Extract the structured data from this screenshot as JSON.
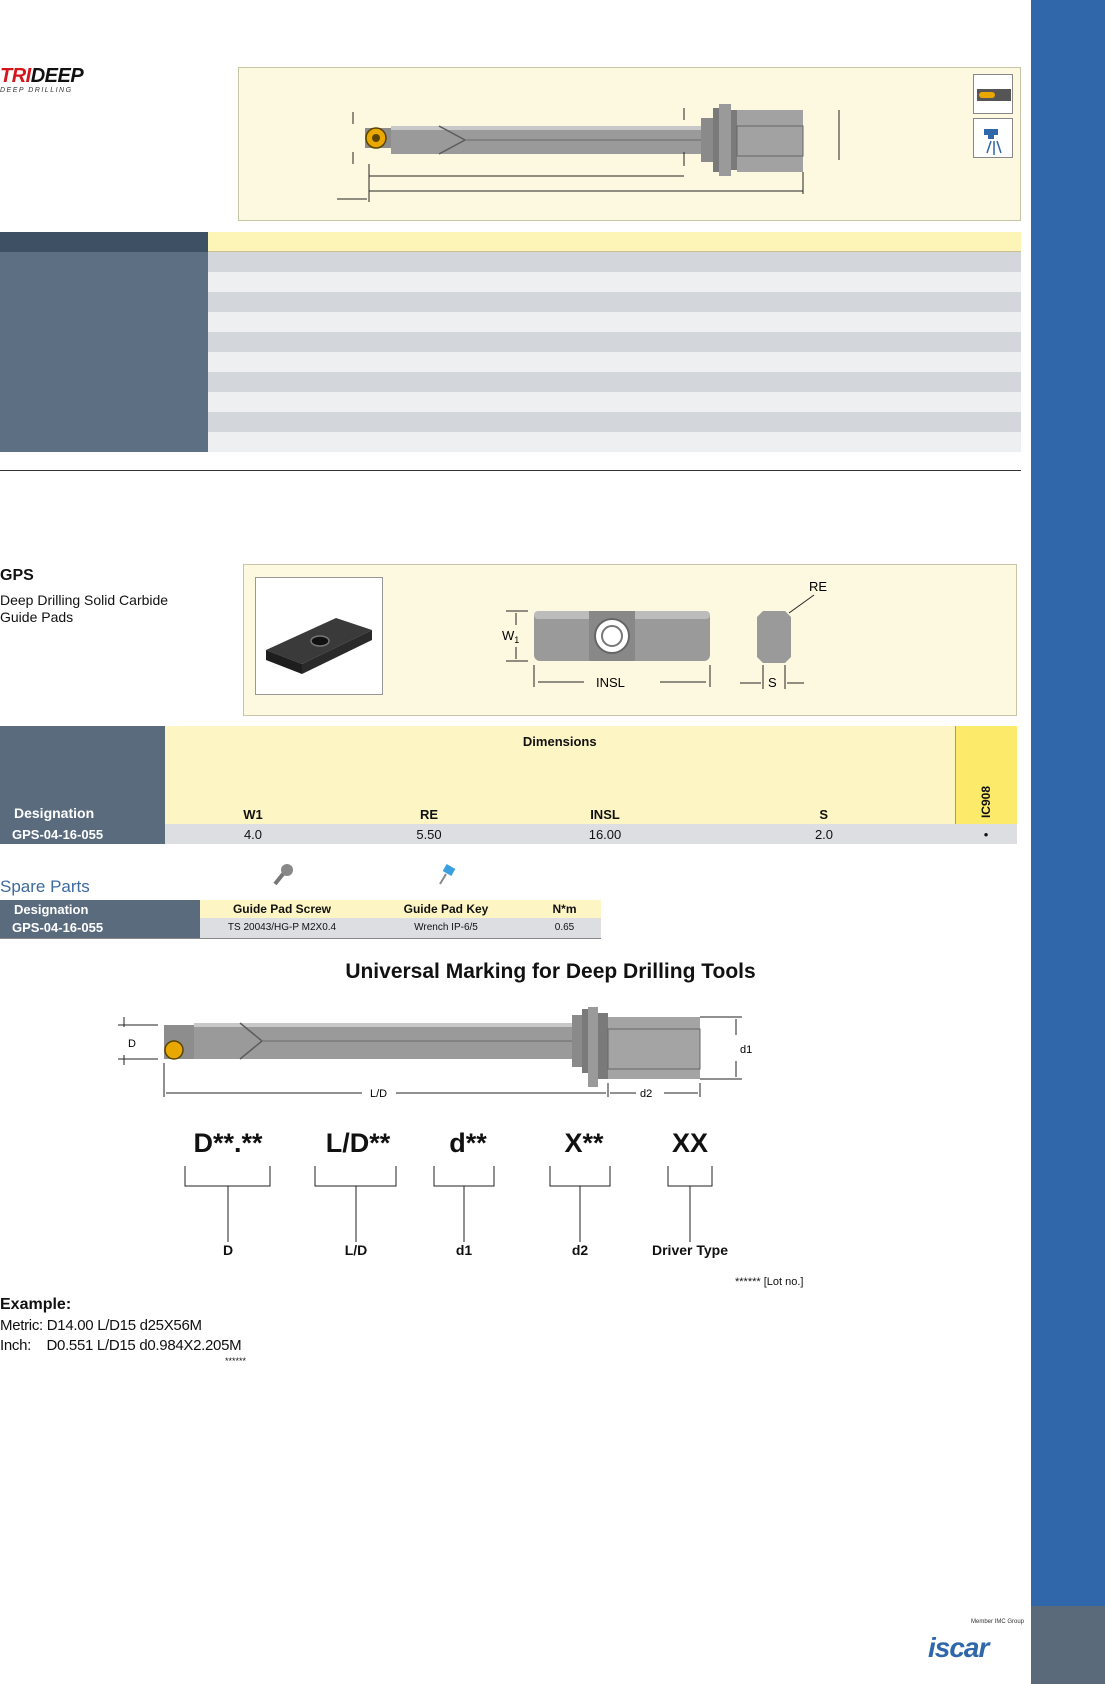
{
  "brand": {
    "part1": "TRI",
    "part2": "DEEP",
    "tagline": "DEEP DRILLING"
  },
  "side_icons": [
    "internal-coolant-icon",
    "coolant-tap-icon"
  ],
  "gps": {
    "title": "GPS",
    "description": "Deep Drilling Solid Carbide Guide Pads",
    "diagram_labels": {
      "w1": "W1",
      "re": "RE",
      "insl": "INSL",
      "s": "S"
    }
  },
  "dimensions_table": {
    "designation_header": "Designation",
    "group_header": "Dimensions",
    "columns": [
      "W1",
      "RE",
      "INSL",
      "S"
    ],
    "grade_header": "IC908",
    "rows": [
      {
        "designation": "GPS-04-16-055",
        "values": [
          "4.0",
          "5.50",
          "16.00",
          "2.0"
        ],
        "grade": "•"
      }
    ]
  },
  "spare_parts": {
    "title": "Spare Parts",
    "columns": [
      "Designation",
      "Guide Pad Screw",
      "Guide Pad Key",
      "N*m"
    ],
    "rows": [
      {
        "designation": "GPS-04-16-055",
        "screw": "TS 20043/HG-P M2X0.4",
        "key": "Wrench IP-6/5",
        "torque": "0.65"
      }
    ]
  },
  "universal_marking": {
    "title": "Universal Marking for Deep Drilling Tools",
    "tool_labels": {
      "d": "D",
      "ld": "L/D",
      "d1": "d1",
      "d2": "d2"
    },
    "codes": [
      {
        "code": "D**.**",
        "label": "D"
      },
      {
        "code": "L/D**",
        "label": "L/D"
      },
      {
        "code": "d**",
        "label": "d1"
      },
      {
        "code": "X**",
        "label": "d2"
      },
      {
        "code": "XX",
        "label": "Driver Type"
      }
    ],
    "lot_note": "****** [Lot no.]"
  },
  "example": {
    "title": "Example:",
    "metric": "Metric: D14.00 L/D15 d25X56M",
    "inch": "Inch:    D0.551 L/D15 d0.984X2.205M",
    "stars": "******"
  },
  "footer": {
    "tagline": "Member IMC Group",
    "logo_word": "iscar"
  },
  "colors": {
    "band": "#2f67aa",
    "header_dark": "#5a6b7e",
    "header_yellow": "#fdf6c4",
    "grade_yellow": "#fcea6a",
    "brand_red": "#d4161c"
  }
}
